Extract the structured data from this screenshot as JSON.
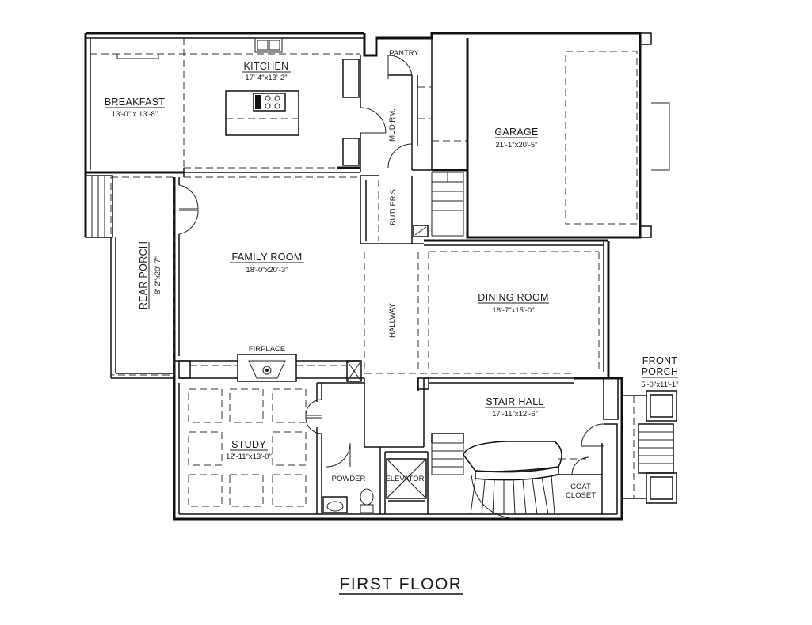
{
  "plan_title": "FIRST FLOOR",
  "rooms": {
    "kitchen": {
      "name": "KITCHEN",
      "dim": "17'-4\"x13'-2\""
    },
    "breakfast": {
      "name": "BREAKFAST",
      "dim": "13'-0\" x 13'-8\""
    },
    "pantry": {
      "name": "PANTRY"
    },
    "mud_room": {
      "name": "MUD RM."
    },
    "garage": {
      "name": "GARAGE",
      "dim": "21'-1\"x20'-5\""
    },
    "butlers": {
      "name": "BUTLER'S"
    },
    "rear_porch": {
      "name": "REAR PORCH",
      "dim": "8'-2\"x20'-7\""
    },
    "family_room": {
      "name": "FAMILY ROOM",
      "dim": "18'-0\"x20'-3\""
    },
    "hallway": {
      "name": "HALLWAY"
    },
    "dining_room": {
      "name": "DINING ROOM",
      "dim": "16'-7\"x15'-0\""
    },
    "fireplace": {
      "name": "FIRPLACE"
    },
    "front_porch": {
      "name_line1": "FRONT",
      "name_line2": "PORCH",
      "dim": "5'-0\"x11'-1\""
    },
    "stair_hall": {
      "name": "STAIR HALL",
      "dim": "17'-11\"x12'-6\""
    },
    "study": {
      "name": "STUDY",
      "dim": "12'-11\"x13'-0\""
    },
    "powder": {
      "name": "POWDER"
    },
    "elevator": {
      "name": "ELEVATOR"
    },
    "coat_closet": {
      "name_line1": "COAT",
      "name_line2": "CLOSET"
    }
  },
  "colors": {
    "line": "#111111",
    "background": "#ffffff"
  }
}
